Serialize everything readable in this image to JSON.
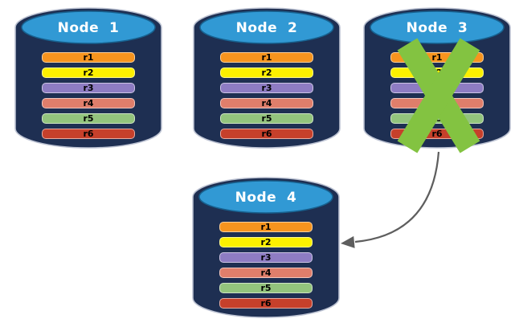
{
  "nodes": [
    {
      "label": "Node  1"
    },
    {
      "label": "Node  2"
    },
    {
      "label": "Node  3"
    },
    {
      "label": "Node  4"
    }
  ],
  "rows": [
    {
      "label": "r1",
      "color": "#F7941E"
    },
    {
      "label": "r2",
      "color": "#FCF000"
    },
    {
      "label": "r3",
      "color": "#8E7CC3"
    },
    {
      "label": "r4",
      "color": "#DF7E6B"
    },
    {
      "label": "r5",
      "color": "#93C47D"
    },
    {
      "label": "r6",
      "color": "#C6402B"
    }
  ],
  "colors": {
    "background": "#FFFFFF",
    "cylinder_body": "#1E2F52",
    "cylinder_top": "#3199D4",
    "cylinder_outline": "#BCC2D2",
    "node_title_text": "#FFFFFF",
    "row_text": "#000000",
    "failure_cross": "#83C341",
    "arrow": "#5E5E5E"
  },
  "annotations": {
    "failed_node": "Node  3",
    "arrow_from": "Node  3",
    "arrow_to": "Node  4"
  }
}
